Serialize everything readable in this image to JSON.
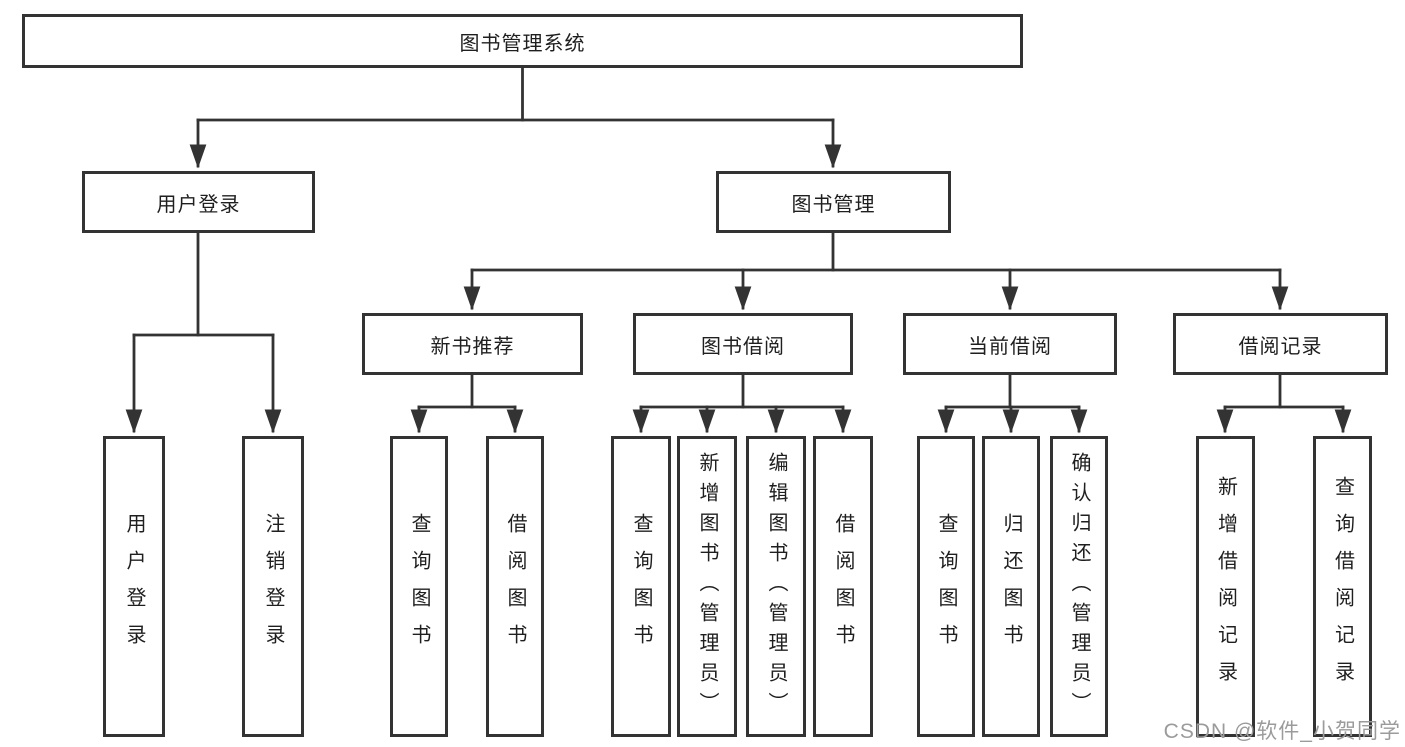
{
  "diagram": {
    "root": {
      "label": "图书管理系统"
    },
    "children": [
      {
        "label": "用户登录",
        "children": [
          {
            "label": "用户登录"
          },
          {
            "label": "注销登录"
          }
        ]
      },
      {
        "label": "图书管理",
        "children": [
          {
            "label": "新书推荐",
            "children": [
              {
                "label": "查询图书"
              },
              {
                "label": "借阅图书"
              }
            ]
          },
          {
            "label": "图书借阅",
            "children": [
              {
                "label": "查询图书"
              },
              {
                "label": "新增图书（管理员）"
              },
              {
                "label": "编辑图书（管理员）"
              },
              {
                "label": "借阅图书"
              }
            ]
          },
          {
            "label": "当前借阅",
            "children": [
              {
                "label": "查询图书"
              },
              {
                "label": "归还图书"
              },
              {
                "label": "确认归还（管理员）"
              }
            ]
          },
          {
            "label": "借阅记录",
            "children": [
              {
                "label": "新增借阅记录"
              },
              {
                "label": "查询借阅记录"
              }
            ]
          }
        ]
      }
    ]
  },
  "watermark": "CSDN @软件_小贺同学",
  "colors": {
    "line": "#333333",
    "text": "#1f1f1f",
    "watermark": "#9b9b9b",
    "background": "#ffffff"
  }
}
